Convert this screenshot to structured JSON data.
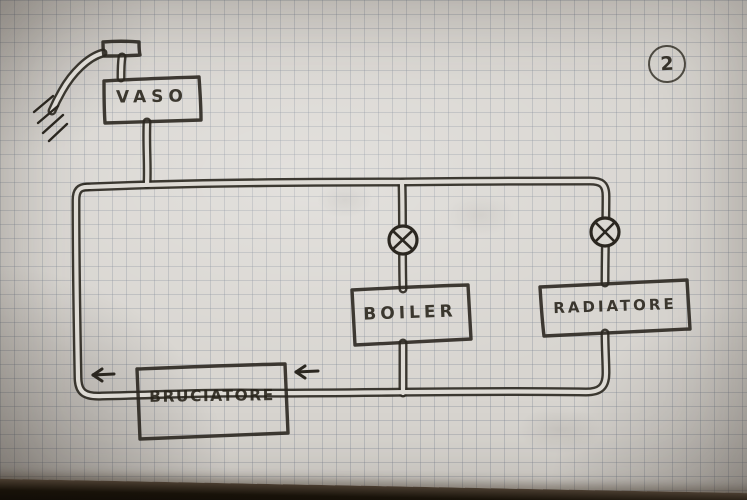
{
  "meta": {
    "page_number": "2"
  },
  "diagram": {
    "components": {
      "vaso": {
        "label": "VASO"
      },
      "boiler": {
        "label": "BOILER"
      },
      "radiatore": {
        "label": "RADIATORE"
      },
      "bruciatore": {
        "label": "BRUCIATORE"
      }
    },
    "icons": {
      "boiler_valve": "valve-cross-icon",
      "radiator_valve": "valve-cross-icon",
      "flow_arrow_1": "arrow-left-icon",
      "flow_arrow_2": "arrow-left-icon",
      "vent_end": "vent-hatch-icon",
      "vaso_cap": "cap-fitting-icon"
    },
    "colors": {
      "ink": "#2b2720",
      "paper": "#d8d5d0",
      "grid": "#747e8e"
    }
  }
}
